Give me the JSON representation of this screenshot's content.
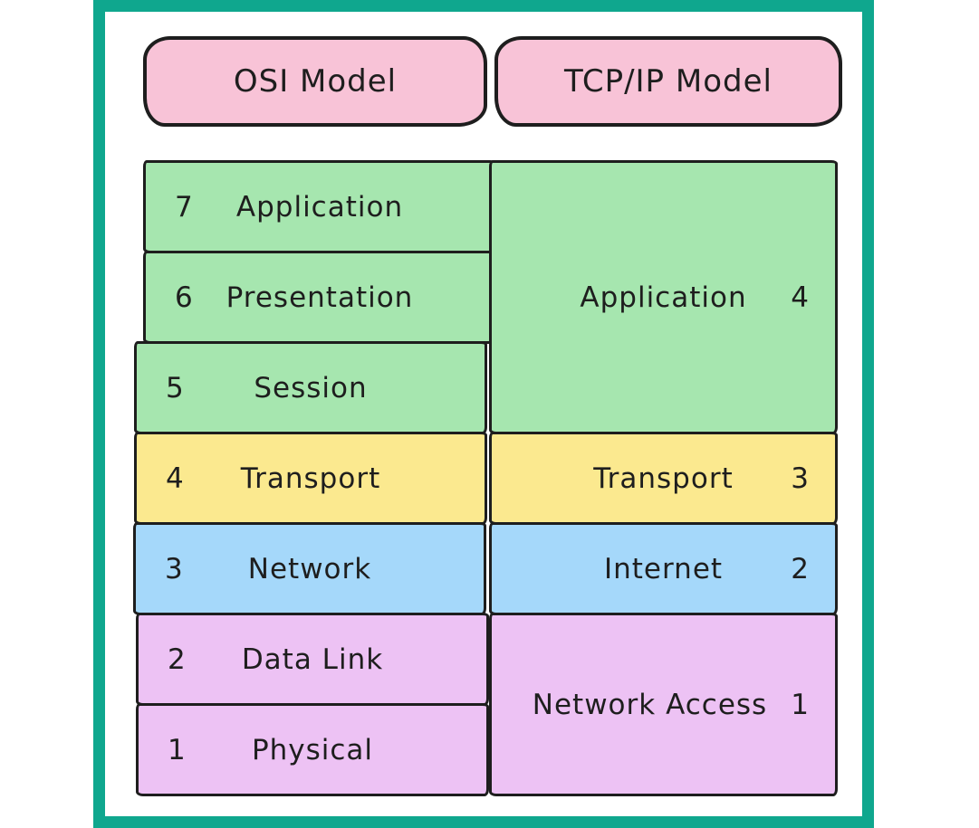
{
  "colors": {
    "frame_teal": "#0fa78e",
    "header_pink": "#f8c3d7",
    "green": "#a6e6af",
    "yellow": "#fbe98f",
    "blue": "#a5d8fa",
    "purple": "#edc2f4",
    "stroke": "#1e1e1e"
  },
  "headers": {
    "osi": {
      "label": "OSI Model"
    },
    "tcpip": {
      "label": "TCP/IP Model"
    }
  },
  "osi_layers": [
    {
      "number": "7",
      "label": "Application",
      "color": "green"
    },
    {
      "number": "6",
      "label": "Presentation",
      "color": "green"
    },
    {
      "number": "5",
      "label": "Session",
      "color": "green"
    },
    {
      "number": "4",
      "label": "Transport",
      "color": "yellow"
    },
    {
      "number": "3",
      "label": "Network",
      "color": "blue"
    },
    {
      "number": "2",
      "label": "Data Link",
      "color": "purple"
    },
    {
      "number": "1",
      "label": "Physical",
      "color": "purple"
    }
  ],
  "tcpip_layers": [
    {
      "number": "4",
      "label": "Application",
      "color": "green",
      "spans_osi_layers": 3
    },
    {
      "number": "3",
      "label": "Transport",
      "color": "yellow",
      "spans_osi_layers": 1
    },
    {
      "number": "2",
      "label": "Internet",
      "color": "blue",
      "spans_osi_layers": 1
    },
    {
      "number": "1",
      "label": "Network Access",
      "color": "purple",
      "spans_osi_layers": 2
    }
  ]
}
